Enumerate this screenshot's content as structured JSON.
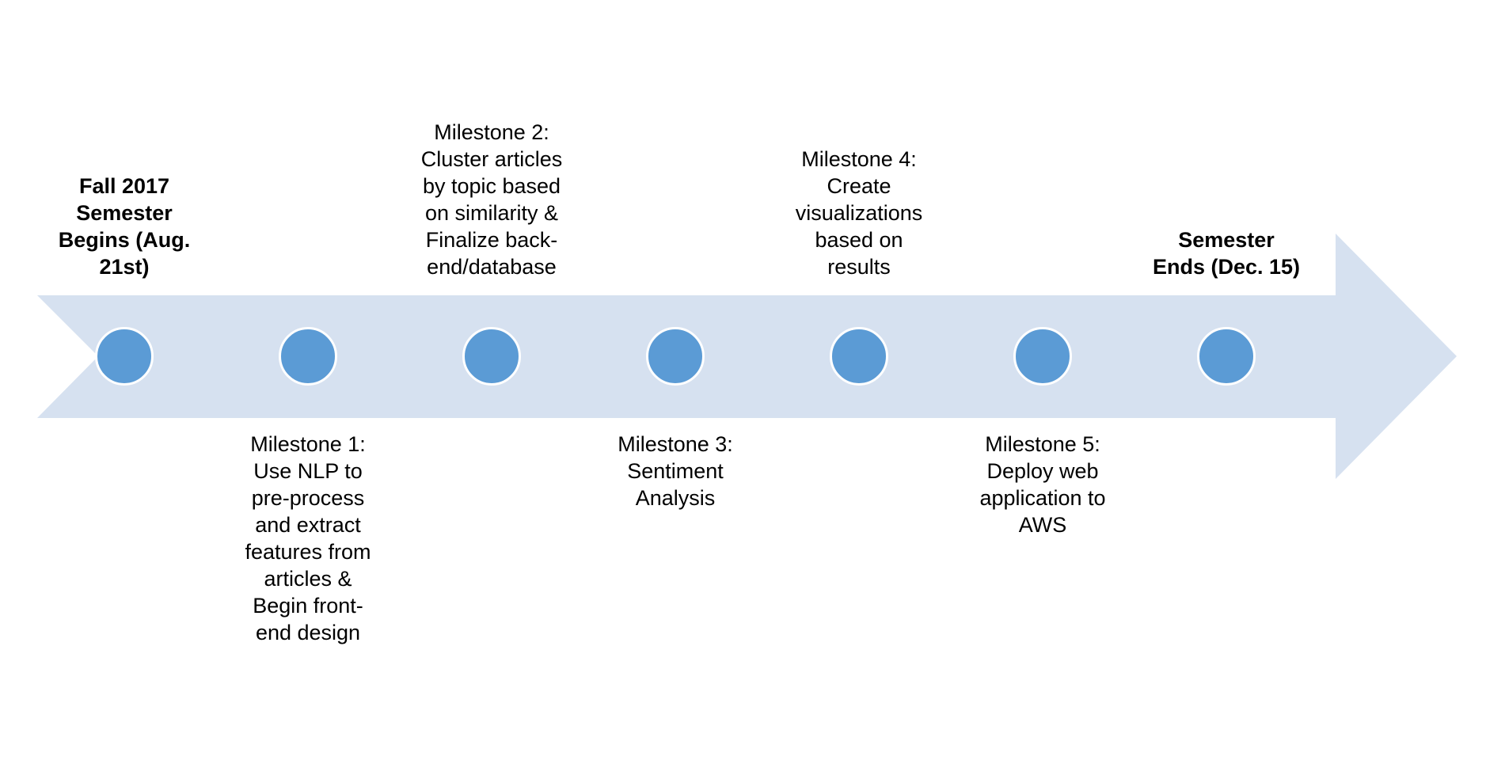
{
  "colors": {
    "arrow_fill": "#d6e1f0",
    "node_fill": "#5b9bd5",
    "node_border": "#ffffff",
    "text": "#000000"
  },
  "events": [
    {
      "id": "start",
      "position": "top",
      "bold": true,
      "lines": [
        "Fall 2017",
        "Semester",
        "Begins (Aug.",
        "21st)"
      ]
    },
    {
      "id": "milestone-1",
      "position": "bottom",
      "bold": false,
      "lines": [
        "Milestone 1:",
        "Use NLP to",
        "pre-process",
        "and extract",
        "features from",
        "articles &",
        "Begin front-",
        "end design"
      ]
    },
    {
      "id": "milestone-2",
      "position": "top",
      "bold": false,
      "lines": [
        "Milestone 2:",
        "Cluster articles",
        "by topic based",
        "on similarity &",
        "Finalize back-",
        "end/database"
      ]
    },
    {
      "id": "milestone-3",
      "position": "bottom",
      "bold": false,
      "lines": [
        "Milestone 3:",
        "Sentiment",
        "Analysis"
      ]
    },
    {
      "id": "milestone-4",
      "position": "top",
      "bold": false,
      "lines": [
        "Milestone 4:",
        "Create",
        "visualizations",
        "based on",
        "results"
      ]
    },
    {
      "id": "milestone-5",
      "position": "bottom",
      "bold": false,
      "lines": [
        "Milestone 5:",
        "Deploy web",
        "application to",
        "AWS"
      ]
    },
    {
      "id": "end",
      "position": "top",
      "bold": true,
      "lines": [
        "Semester",
        "Ends (Dec. 15)"
      ]
    }
  ]
}
